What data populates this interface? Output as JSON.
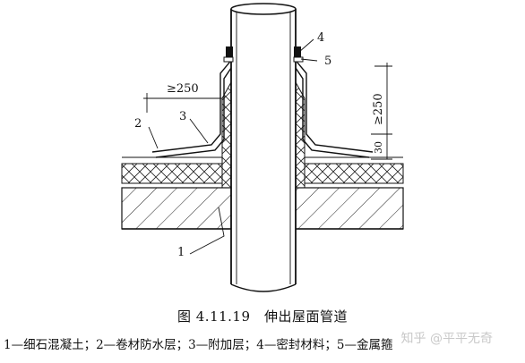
{
  "figure": {
    "caption": "图 4.11.19　伸出屋面管道",
    "legend": "1—细石混凝土；2—卷材防水层；3—附加层；4—密封材料；5—金属箍",
    "watermark": "知乎 @平平无奇",
    "labels": {
      "l1": "1",
      "l2": "2",
      "l3": "3",
      "l4": "4",
      "l5": "5"
    },
    "dimensions": {
      "horizontal": "≥250",
      "vertical": "≥250",
      "small": "30"
    }
  }
}
